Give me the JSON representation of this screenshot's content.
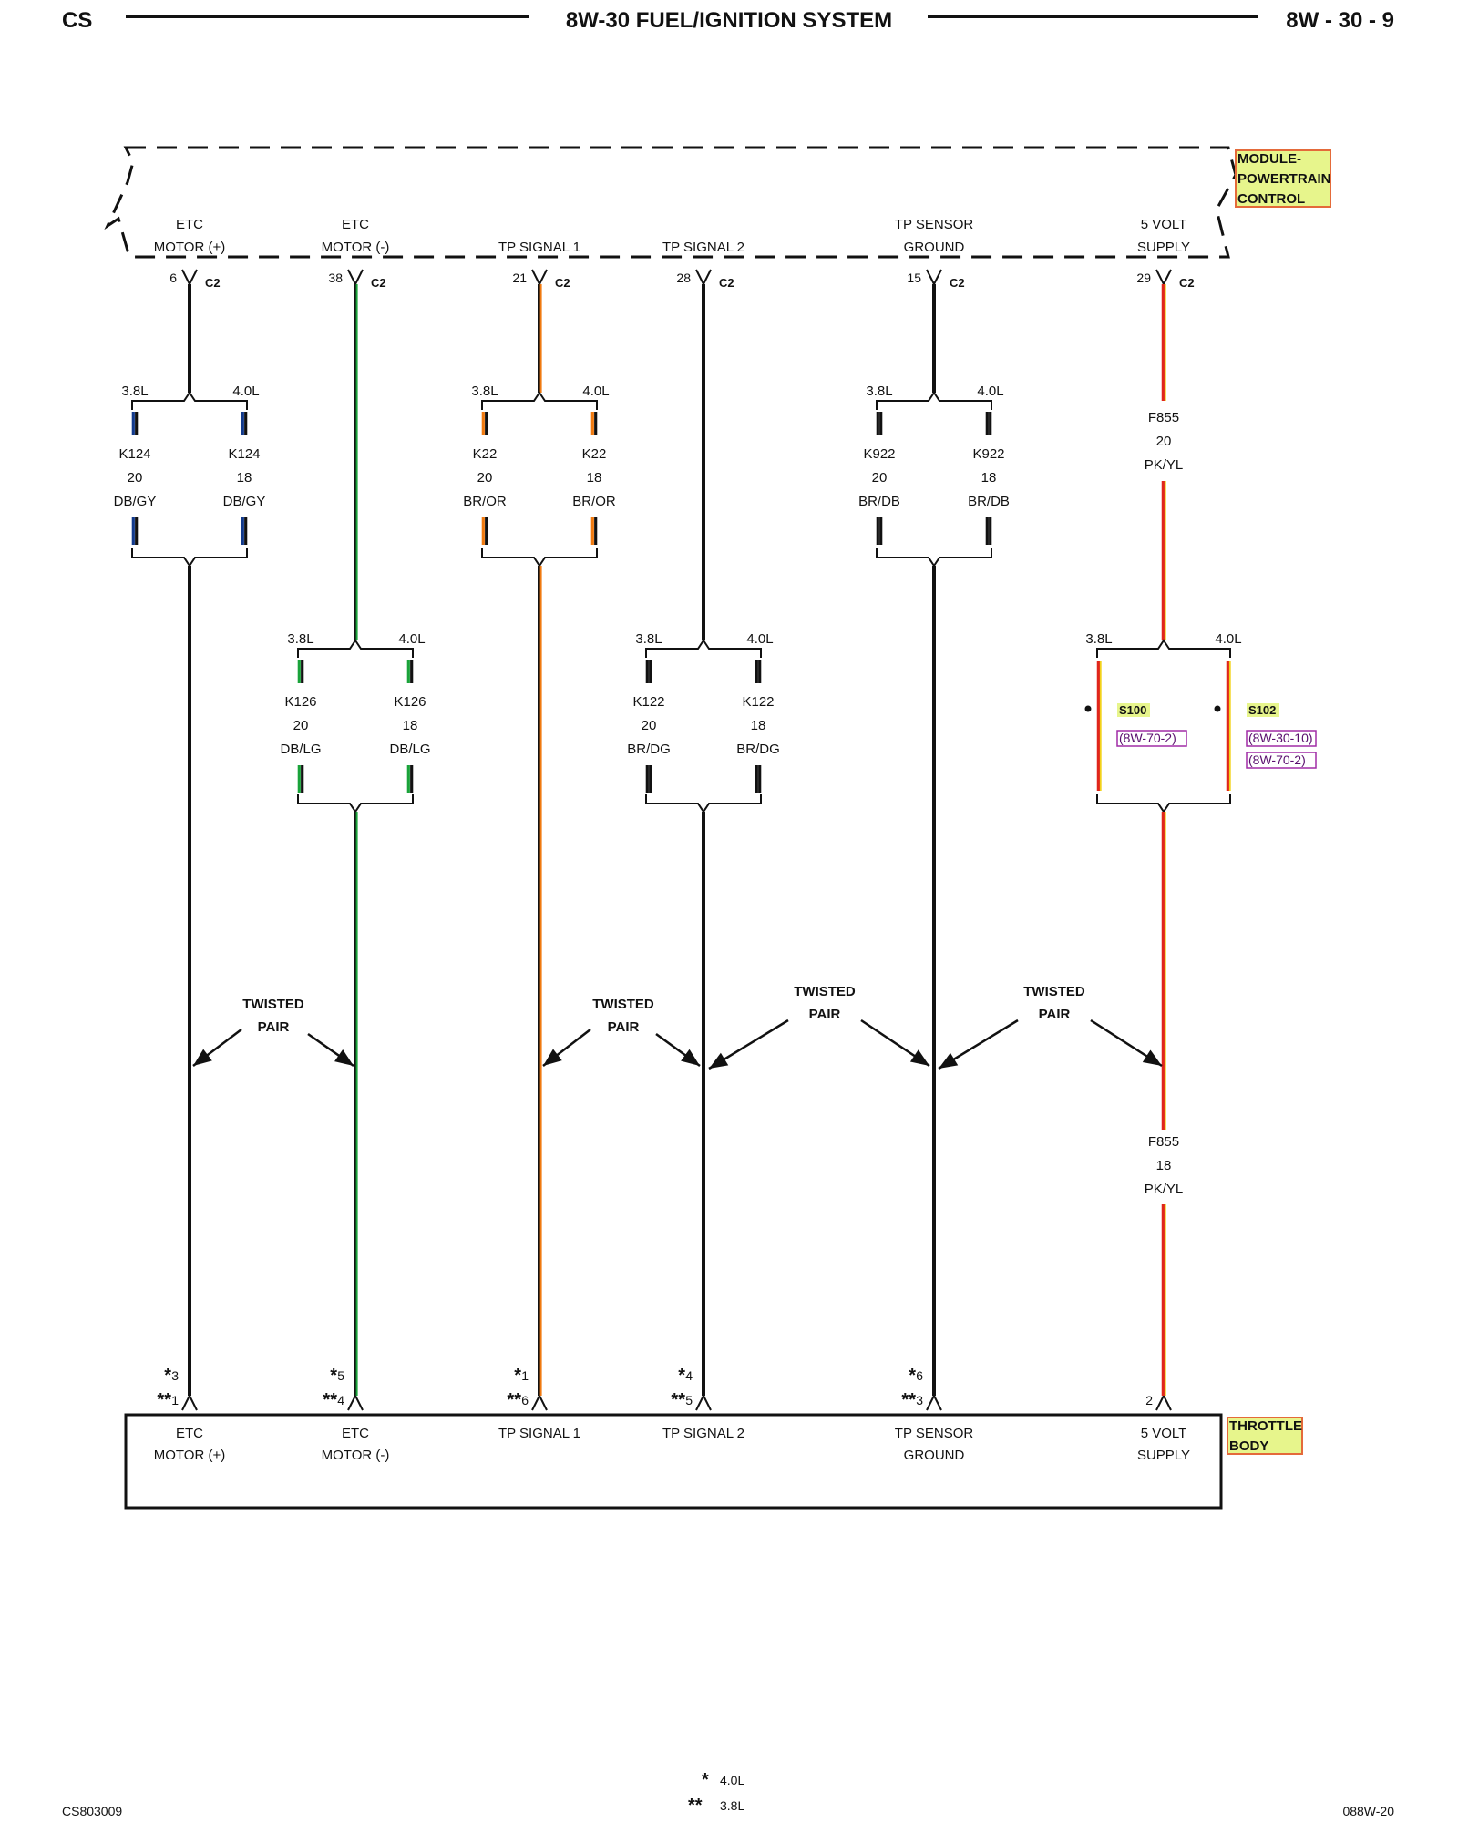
{
  "header": {
    "left": "CS",
    "title": "8W-30 FUEL/IGNITION SYSTEM",
    "page": "8W - 30 - 9"
  },
  "colors": {
    "black": "#111111",
    "green": "#1aa33a",
    "orange": "#f07a10",
    "red": "#e0261c",
    "yellow": "#f2d21b",
    "dark_blue": "#123a8c",
    "highlight_fill": "#e7f58c",
    "highlight_border": "#e46a3a"
  },
  "components": {
    "pcm": {
      "line1": "MODULE-",
      "line2": "POWERTRAIN",
      "line3": "CONTROL"
    },
    "throttle_body": {
      "line1": "THROTTLE",
      "line2": "BODY"
    }
  },
  "circuits": [
    {
      "top_label": [
        "ETC",
        "MOTOR (+)"
      ],
      "pcm_pin": "6",
      "pcm_connector": "C2",
      "wires": [
        {
          "engine": "3.8L",
          "code": "K124",
          "gauge": "20",
          "color": "DB/GY"
        },
        {
          "engine": "4.0L",
          "code": "K124",
          "gauge": "18",
          "color": "DB/GY"
        }
      ],
      "body_pin_4_0L": "3",
      "body_pin_3_8L": "1",
      "bottom_label": [
        "ETC",
        "MOTOR (+)"
      ]
    },
    {
      "top_label": [
        "ETC",
        "MOTOR (-)"
      ],
      "pcm_pin": "38",
      "pcm_connector": "C2",
      "wires": [
        {
          "engine": "3.8L",
          "code": "K126",
          "gauge": "20",
          "color": "DB/LG"
        },
        {
          "engine": "4.0L",
          "code": "K126",
          "gauge": "18",
          "color": "DB/LG"
        }
      ],
      "body_pin_4_0L": "5",
      "body_pin_3_8L": "4",
      "bottom_label": [
        "ETC",
        "MOTOR (-)"
      ]
    },
    {
      "top_label": [
        "TP SIGNAL 1"
      ],
      "pcm_pin": "21",
      "pcm_connector": "C2",
      "wires": [
        {
          "engine": "3.8L",
          "code": "K22",
          "gauge": "20",
          "color": "BR/OR"
        },
        {
          "engine": "4.0L",
          "code": "K22",
          "gauge": "18",
          "color": "BR/OR"
        }
      ],
      "body_pin_4_0L": "1",
      "body_pin_3_8L": "6",
      "bottom_label": [
        "TP SIGNAL 1"
      ]
    },
    {
      "top_label": [
        "TP SIGNAL 2"
      ],
      "pcm_pin": "28",
      "pcm_connector": "C2",
      "wires": [
        {
          "engine": "3.8L",
          "code": "K122",
          "gauge": "20",
          "color": "BR/DG"
        },
        {
          "engine": "4.0L",
          "code": "K122",
          "gauge": "18",
          "color": "BR/DG"
        }
      ],
      "body_pin_4_0L": "4",
      "body_pin_3_8L": "5",
      "bottom_label": [
        "TP SIGNAL 2"
      ]
    },
    {
      "top_label": [
        "TP SENSOR",
        "GROUND"
      ],
      "pcm_pin": "15",
      "pcm_connector": "C2",
      "wires": [
        {
          "engine": "3.8L",
          "code": "K922",
          "gauge": "20",
          "color": "BR/DB"
        },
        {
          "engine": "4.0L",
          "code": "K922",
          "gauge": "18",
          "color": "BR/DB"
        }
      ],
      "body_pin_4_0L": "6",
      "body_pin_3_8L": "3",
      "bottom_label": [
        "TP SENSOR",
        "GROUND"
      ]
    },
    {
      "top_label": [
        "5 VOLT",
        "SUPPLY"
      ],
      "pcm_pin": "29",
      "pcm_connector": "C2",
      "upper_wire": {
        "code": "F855",
        "gauge": "20",
        "color": "PK/YL"
      },
      "splices": [
        {
          "engine": "3.8L",
          "splice": "S100",
          "refs": [
            "(8W-70-2)"
          ]
        },
        {
          "engine": "4.0L",
          "splice": "S102",
          "refs": [
            "(8W-30-10)",
            "(8W-70-2)"
          ]
        }
      ],
      "lower_wire": {
        "code": "F855",
        "gauge": "18",
        "color": "PK/YL"
      },
      "body_pin": "2",
      "bottom_label": [
        "5 VOLT",
        "SUPPLY"
      ]
    }
  ],
  "twisted_pair_label": [
    "TWISTED",
    "PAIR"
  ],
  "legend": [
    {
      "symbol": "*",
      "text": "4.0L"
    },
    {
      "symbol": "**",
      "text": "3.8L"
    }
  ],
  "footer": {
    "left": "CS803009",
    "right": "088W-20"
  }
}
